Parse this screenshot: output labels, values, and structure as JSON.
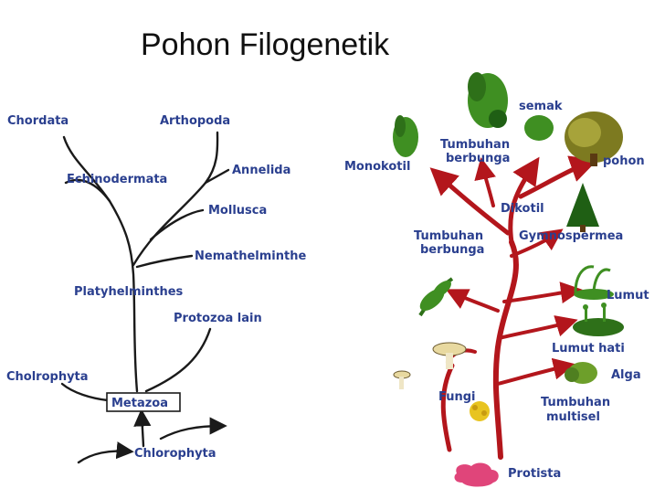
{
  "title": "Pohon Filogenetik",
  "left_tree": {
    "labels": {
      "chordata": "Chordata",
      "arthopoda": "Arthopoda",
      "annelida": "Annelida",
      "echinodermata": "Echinodermata",
      "mollusca": "Mollusca",
      "nemathelminthe": "Nemathelminthe",
      "platyhelminthes": "Platyhelminthes",
      "protozoa_lain": "Protozoa lain",
      "cholrophyta": "Cholrophyta",
      "metazoa": "Metazoa",
      "chlorophyta": "Chlorophyta"
    }
  },
  "right_tree": {
    "labels": {
      "semak": "semak",
      "tumbuhan_berbunga_top_1": "Tumbuhan",
      "tumbuhan_berbunga_top_2": "berbunga",
      "monokotil": "Monokotil",
      "pohon": "pohon",
      "dikotil": "Dikotil",
      "tumbuhan_berbunga_mid_1": "Tumbuhan",
      "tumbuhan_berbunga_mid_2": "berbunga",
      "gymnospermea": "Gymnospermea",
      "lumut": "Lumut",
      "lumut_hati": "Lumut hati",
      "alga": "Alga",
      "fungi": "Fungi",
      "tumbuhan_multisel_1": "Tumbuhan",
      "tumbuhan_multisel_2": "multisel",
      "protista": "Protista"
    },
    "colors": {
      "branch": "#b3161c",
      "label": "#2a3f8f",
      "plant_green": "#3f8f22",
      "dark_green": "#1f5f14",
      "protista_pink": "#e0457a",
      "fungi_yellow": "#e8c420"
    }
  }
}
